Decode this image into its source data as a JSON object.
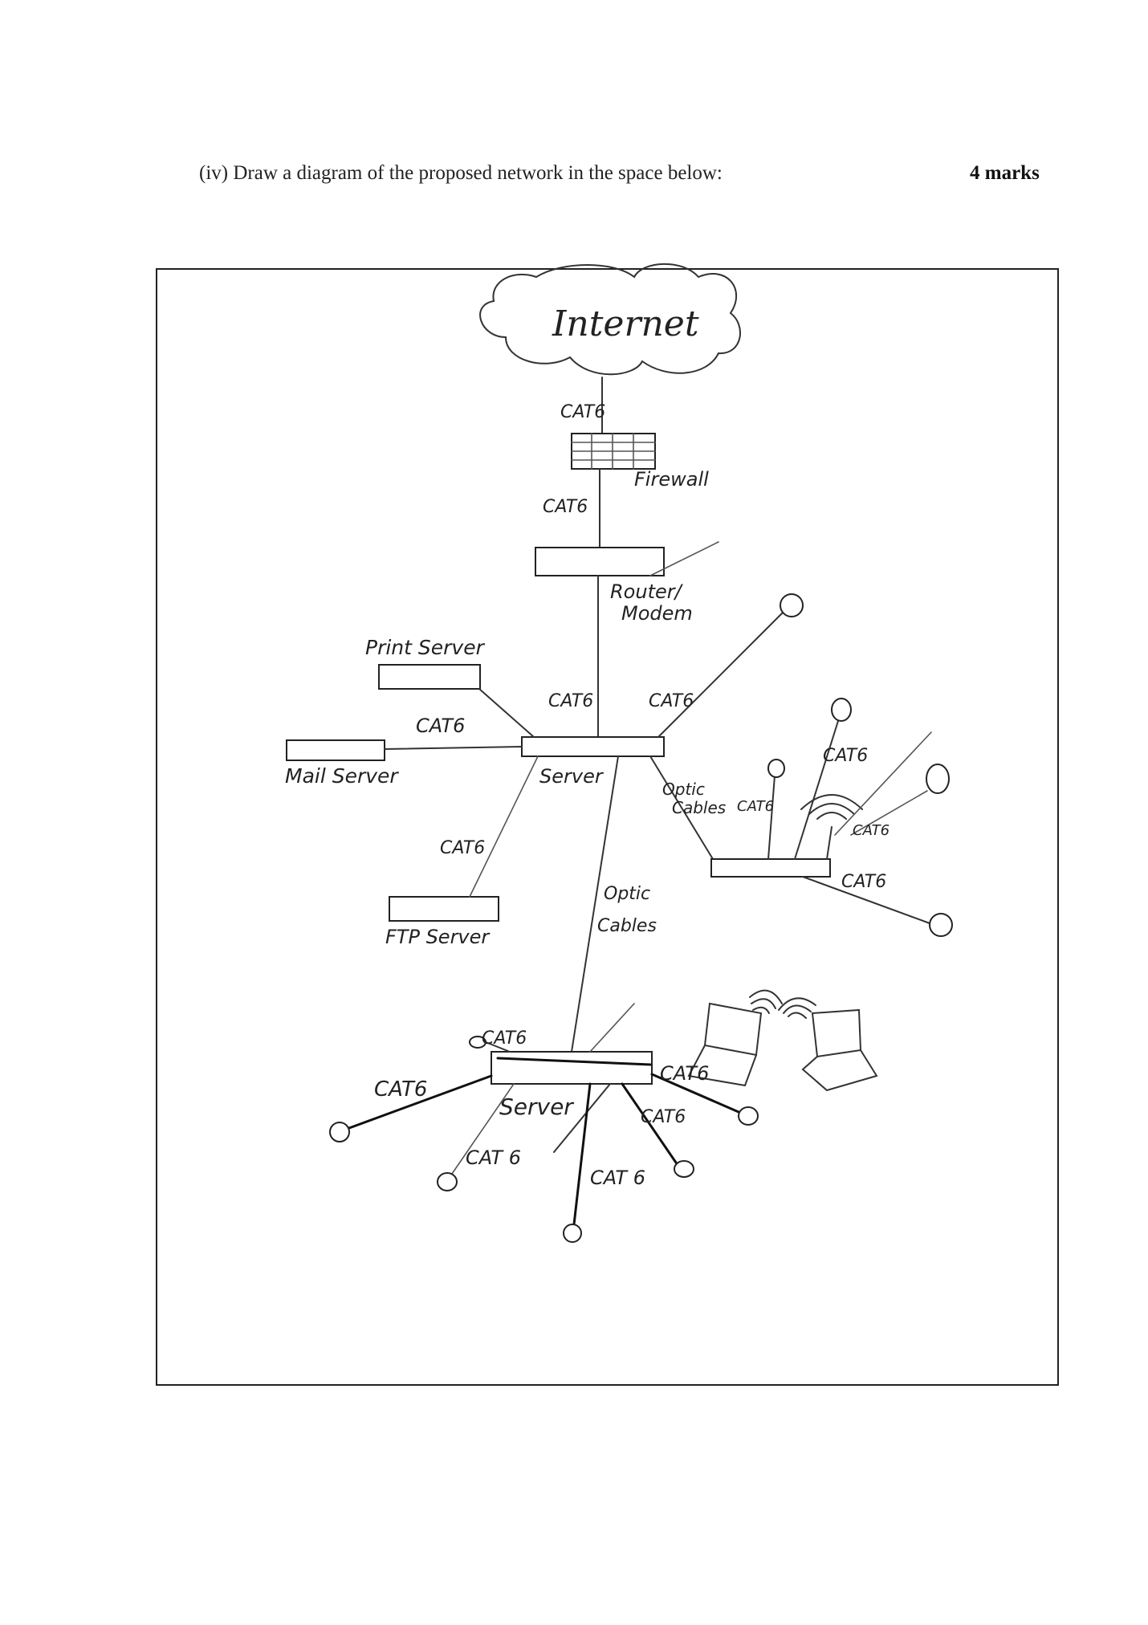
{
  "question": {
    "prompt": "(iv) Draw a diagram of the proposed network in the space below:",
    "marks": "4 marks"
  },
  "diagram": {
    "internet": "Internet",
    "firewall": "Firewall",
    "router": "Router/\nModem",
    "print_server": "Print Server",
    "mail_server": "Mail Server",
    "ftp_server": "FTP Server",
    "server_main": "Server",
    "server_lower": "Server",
    "optic_cables_a": "Optic\nCables",
    "optic_cables_b": "Optic\nCables",
    "cable_cat6": "CAT6",
    "cable_cat6_spaced": "CAT 6"
  }
}
